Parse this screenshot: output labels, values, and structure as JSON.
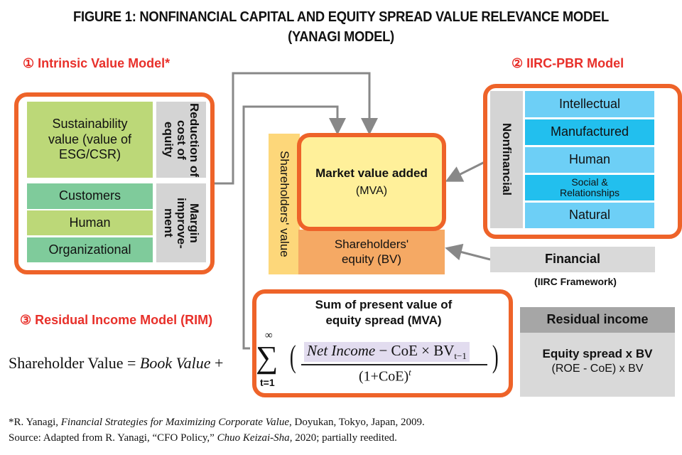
{
  "title": {
    "line1": "FIGURE 1: NONFINANCIAL CAPITAL AND EQUITY SPREAD VALUE RELEVANCE MODEL",
    "line2": "(YANAGI MODEL)"
  },
  "intrinsic": {
    "label": "① Intrinsic Value Model*",
    "sustainability": "Sustainability value (value of ESG/CSR)",
    "reduction": "Reduction of cost of equity",
    "rows": [
      "Customers",
      "Human",
      "Organizational"
    ],
    "margin": "Margin improve-ment"
  },
  "iirc": {
    "label": "② IIRC-PBR Model",
    "nonfinancial": "Nonfinancial",
    "rows": [
      "Intellectual",
      "Manufactured",
      "Human",
      "Social & Relationships",
      "Natural"
    ],
    "financial": "Financial",
    "framework": "(IIRC Framework)"
  },
  "center": {
    "shareholders_value": "Shareholders' value",
    "mva_title": "Market value added",
    "mva_sub": "(MVA)",
    "equity": "Shareholders' equity (BV)"
  },
  "rim": {
    "label": "③ Residual Income Model (RIM)",
    "sum_title": "Sum of present value of equity spread (MVA)",
    "lhs": "Shareholder Value =",
    "book": "Book Value",
    "plus": "+",
    "inf": "∞",
    "sigma": "∑",
    "lower": "t=1",
    "numerator_italic": "Net Income",
    "numerator_rest": " − CoE × BV",
    "sub": "t−1",
    "denominator": "(1+CoE)",
    "exp": "t"
  },
  "residual": {
    "header": "Residual income",
    "line1": "Equity spread x BV",
    "line2": "(ROE - CoE) x BV"
  },
  "footnotes": {
    "note1_a": "*R. Yanagi, ",
    "note1_b": "Financial Strategies for Maximizing Corporate Value",
    "note1_c": ", Doyukan, Tokyo, Japan, 2009.",
    "note2_a": "Source: Adapted from R. Yanagi, “CFO Policy,” ",
    "note2_b": "Chuo Keizai-Sha",
    "note2_c": ", 2020; partially reedited."
  }
}
